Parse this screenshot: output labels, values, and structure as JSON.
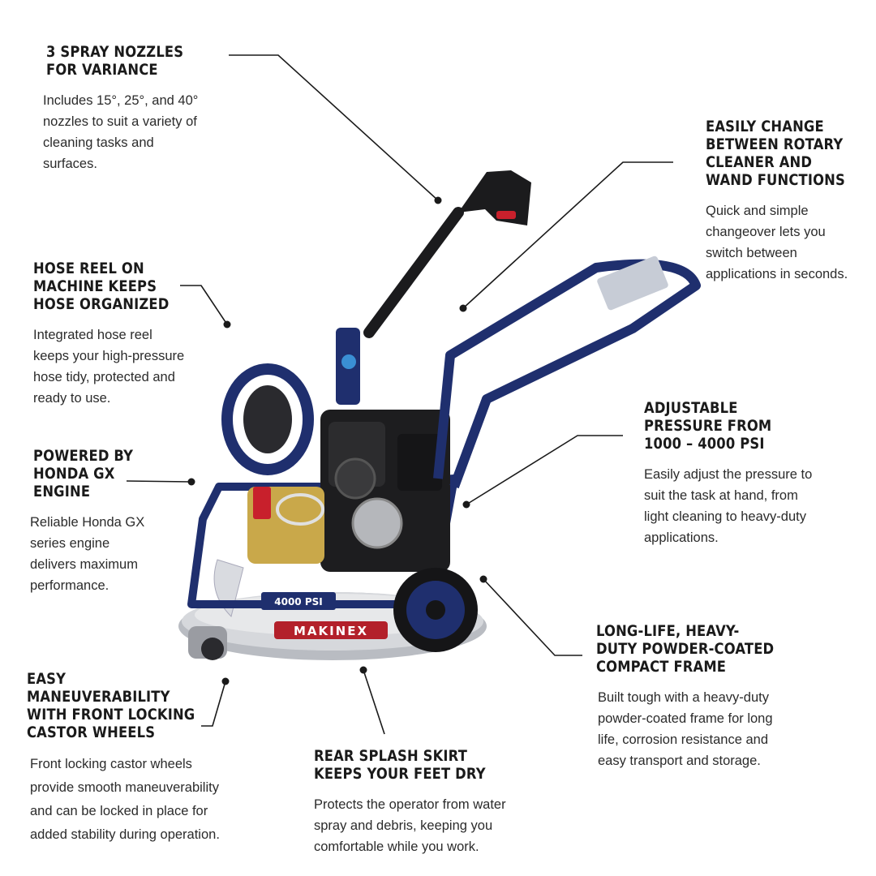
{
  "callouts": {
    "spray_nozzles": {
      "heading": [
        "3 SPRAY NOZZLES",
        "FOR VARIANCE"
      ],
      "body": [
        "Includes 15°, 25°, and 40°",
        "nozzles to suit a variety of",
        "cleaning tasks and",
        "surfaces."
      ]
    },
    "rotary_wand": {
      "heading": [
        "EASILY CHANGE",
        "BETWEEN ROTARY",
        "CLEANER AND",
        "WAND FUNCTIONS"
      ],
      "body": [
        "Quick and simple",
        "changeover lets you",
        "switch between",
        "applications in seconds."
      ]
    },
    "hose_reel": {
      "heading": [
        "HOSE REEL ON",
        "MACHINE KEEPS",
        "HOSE ORGANIZED"
      ],
      "body": [
        "Integrated hose reel",
        "keeps your high-pressure",
        "hose tidy, protected and",
        "ready to use."
      ]
    },
    "honda_engine": {
      "heading": [
        "POWERED BY",
        "HONDA GX",
        "ENGINE"
      ],
      "body": [
        "Reliable Honda GX",
        "series engine",
        "delivers maximum",
        "performance."
      ]
    },
    "adjustable_pressure": {
      "heading": [
        "ADJUSTABLE",
        "PRESSURE FROM",
        "1000 – 4000 PSI"
      ],
      "body": [
        "Easily adjust the pressure to",
        "suit the task at hand, from",
        "light cleaning to heavy-duty",
        "applications."
      ]
    },
    "frame": {
      "heading": [
        "LONG-LIFE, HEAVY-",
        "DUTY POWDER-COATED",
        "COMPACT FRAME"
      ],
      "body": [
        "Built tough with a heavy-duty",
        "powder-coated frame for long",
        "life, corrosion resistance and",
        "easy transport and storage."
      ]
    },
    "castor_wheels": {
      "heading": [
        "EASY",
        "MANEUVERABILITY",
        "WITH FRONT LOCKING",
        "CASTOR WHEELS"
      ],
      "body": [
        "Front locking castor wheels",
        "provide smooth maneuverability",
        "and can be locked in place for",
        "added stability during operation."
      ]
    },
    "splash_skirt": {
      "heading": [
        "REAR SPLASH SKIRT",
        "KEEPS YOUR FEET DRY"
      ],
      "body": [
        "Protects the operator from water",
        "spray and debris, keeping you",
        "comfortable while you work."
      ]
    }
  },
  "product": {
    "brand_label": "MAKINEX",
    "psi_label": "4000 PSI",
    "frame_color": "#1f2f6e",
    "accent_color": "#c8202c"
  }
}
